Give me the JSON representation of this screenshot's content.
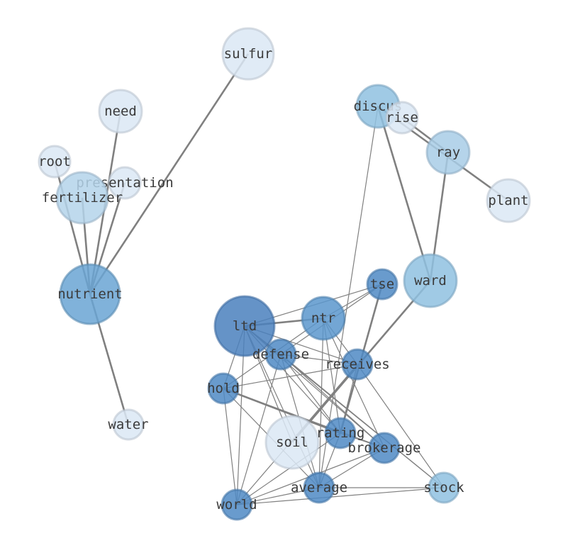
{
  "nodes": [
    {
      "id": "sulfur",
      "label": "sulfur",
      "color": "#dbe8f5"
    },
    {
      "id": "need",
      "label": "need",
      "color": "#dbe8f5"
    },
    {
      "id": "root",
      "label": "root",
      "color": "#dbe8f5"
    },
    {
      "id": "presentation",
      "label": "presentation",
      "color": "#dbe8f5"
    },
    {
      "id": "fertilizer",
      "label": "fertilizer",
      "color": "#b4d3ea"
    },
    {
      "id": "nutrient",
      "label": "nutrient",
      "color": "#6aa5d3"
    },
    {
      "id": "water",
      "label": "water",
      "color": "#dbe8f5"
    },
    {
      "id": "discus",
      "label": "discus",
      "color": "#8fc1e1"
    },
    {
      "id": "rise",
      "label": "rise",
      "color": "#dbe8f5"
    },
    {
      "id": "ray",
      "label": "ray",
      "color": "#a8cde6"
    },
    {
      "id": "plant",
      "label": "plant",
      "color": "#dbe8f5"
    },
    {
      "id": "ward",
      "label": "ward",
      "color": "#8fc1e1"
    },
    {
      "id": "tse",
      "label": "tse",
      "color": "#4f8ac4"
    },
    {
      "id": "ltd",
      "label": "ltd",
      "color": "#4a80bd"
    },
    {
      "id": "ntr",
      "label": "ntr",
      "color": "#5b96cc"
    },
    {
      "id": "defense",
      "label": "defense",
      "color": "#4f8ac4"
    },
    {
      "id": "receives",
      "label": "receives",
      "color": "#4f8ac4"
    },
    {
      "id": "hold",
      "label": "hold",
      "color": "#4f8ac4"
    },
    {
      "id": "soil",
      "label": "soil",
      "color": "#dbe8f5"
    },
    {
      "id": "rating",
      "label": "rating",
      "color": "#4f8ac4"
    },
    {
      "id": "brokerage",
      "label": "brokerage",
      "color": "#4f8ac4"
    },
    {
      "id": "average",
      "label": "average",
      "color": "#4f8ac4"
    },
    {
      "id": "stock",
      "label": "stock",
      "color": "#8fc1e1"
    },
    {
      "id": "world",
      "label": "world",
      "color": "#4f8ac4"
    }
  ],
  "edges": [
    {
      "source": "sulfur",
      "target": "nutrient",
      "weight": "heavy"
    },
    {
      "source": "need",
      "target": "nutrient",
      "weight": "heavy"
    },
    {
      "source": "root",
      "target": "nutrient",
      "weight": "heavy"
    },
    {
      "source": "presentation",
      "target": "nutrient",
      "weight": "heavy"
    },
    {
      "source": "fertilizer",
      "target": "nutrient",
      "weight": "heavy"
    },
    {
      "source": "nutrient",
      "target": "water",
      "weight": "heavy"
    },
    {
      "source": "discus",
      "target": "ward",
      "weight": "heavy"
    },
    {
      "source": "discus",
      "target": "plant",
      "weight": "heavy"
    },
    {
      "source": "rise",
      "target": "ray",
      "weight": "heavy"
    },
    {
      "source": "ray",
      "target": "ward",
      "weight": "heavy"
    },
    {
      "source": "ward",
      "target": "soil",
      "weight": "heavy"
    },
    {
      "source": "discus",
      "target": "average",
      "weight": "light"
    },
    {
      "source": "ltd",
      "target": "ntr",
      "weight": "heavy"
    },
    {
      "source": "ltd",
      "target": "tse",
      "weight": "light"
    },
    {
      "source": "ltd",
      "target": "defense",
      "weight": "light"
    },
    {
      "source": "ltd",
      "target": "receives",
      "weight": "light"
    },
    {
      "source": "ltd",
      "target": "rating",
      "weight": "light"
    },
    {
      "source": "ltd",
      "target": "brokerage",
      "weight": "light"
    },
    {
      "source": "ltd",
      "target": "average",
      "weight": "light"
    },
    {
      "source": "ltd",
      "target": "world",
      "weight": "light"
    },
    {
      "source": "ltd",
      "target": "stock",
      "weight": "light"
    },
    {
      "source": "ltd",
      "target": "soil",
      "weight": "light"
    },
    {
      "source": "ltd",
      "target": "hold",
      "weight": "light"
    },
    {
      "source": "ntr",
      "target": "tse",
      "weight": "light"
    },
    {
      "source": "ntr",
      "target": "hold",
      "weight": "light"
    },
    {
      "source": "ntr",
      "target": "receives",
      "weight": "light"
    },
    {
      "source": "ntr",
      "target": "rating",
      "weight": "light"
    },
    {
      "source": "ntr",
      "target": "brokerage",
      "weight": "light"
    },
    {
      "source": "ntr",
      "target": "average",
      "weight": "light"
    },
    {
      "source": "tse",
      "target": "defense",
      "weight": "light"
    },
    {
      "source": "tse",
      "target": "rating",
      "weight": "heavy"
    },
    {
      "source": "defense",
      "target": "receives",
      "weight": "light"
    },
    {
      "source": "defense",
      "target": "rating",
      "weight": "light"
    },
    {
      "source": "defense",
      "target": "brokerage",
      "weight": "light"
    },
    {
      "source": "defense",
      "target": "average",
      "weight": "light"
    },
    {
      "source": "defense",
      "target": "stock",
      "weight": "light"
    },
    {
      "source": "defense",
      "target": "world",
      "weight": "light"
    },
    {
      "source": "receives",
      "target": "hold",
      "weight": "light"
    },
    {
      "source": "receives",
      "target": "rating",
      "weight": "light"
    },
    {
      "source": "receives",
      "target": "stock",
      "weight": "light"
    },
    {
      "source": "receives",
      "target": "world",
      "weight": "light"
    },
    {
      "source": "hold",
      "target": "rating",
      "weight": "heavy"
    },
    {
      "source": "hold",
      "target": "brokerage",
      "weight": "light"
    },
    {
      "source": "hold",
      "target": "average",
      "weight": "light"
    },
    {
      "source": "hold",
      "target": "world",
      "weight": "light"
    },
    {
      "source": "rating",
      "target": "brokerage",
      "weight": "light"
    },
    {
      "source": "rating",
      "target": "average",
      "weight": "light"
    },
    {
      "source": "rating",
      "target": "world",
      "weight": "light"
    },
    {
      "source": "brokerage",
      "target": "average",
      "weight": "light"
    },
    {
      "source": "brokerage",
      "target": "world",
      "weight": "light"
    },
    {
      "source": "average",
      "target": "world",
      "weight": "light"
    },
    {
      "source": "average",
      "target": "stock",
      "weight": "light"
    },
    {
      "source": "world",
      "target": "stock",
      "weight": "light"
    }
  ]
}
